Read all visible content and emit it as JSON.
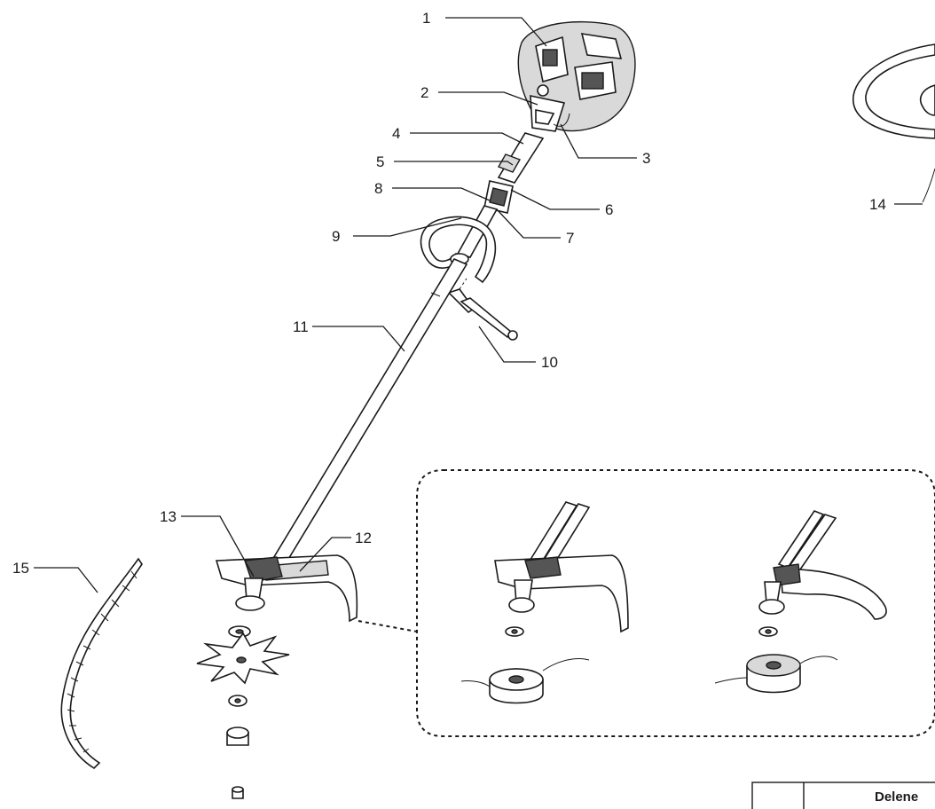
{
  "labels": {
    "l1": "1",
    "l2": "2",
    "l3": "3",
    "l4": "4",
    "l5": "5",
    "l6": "6",
    "l7": "7",
    "l8": "8",
    "l9": "9",
    "l10": "10",
    "l11": "11",
    "l12": "12",
    "l13": "13",
    "l14": "14",
    "l15": "15"
  },
  "table": {
    "header": "Delene"
  }
}
